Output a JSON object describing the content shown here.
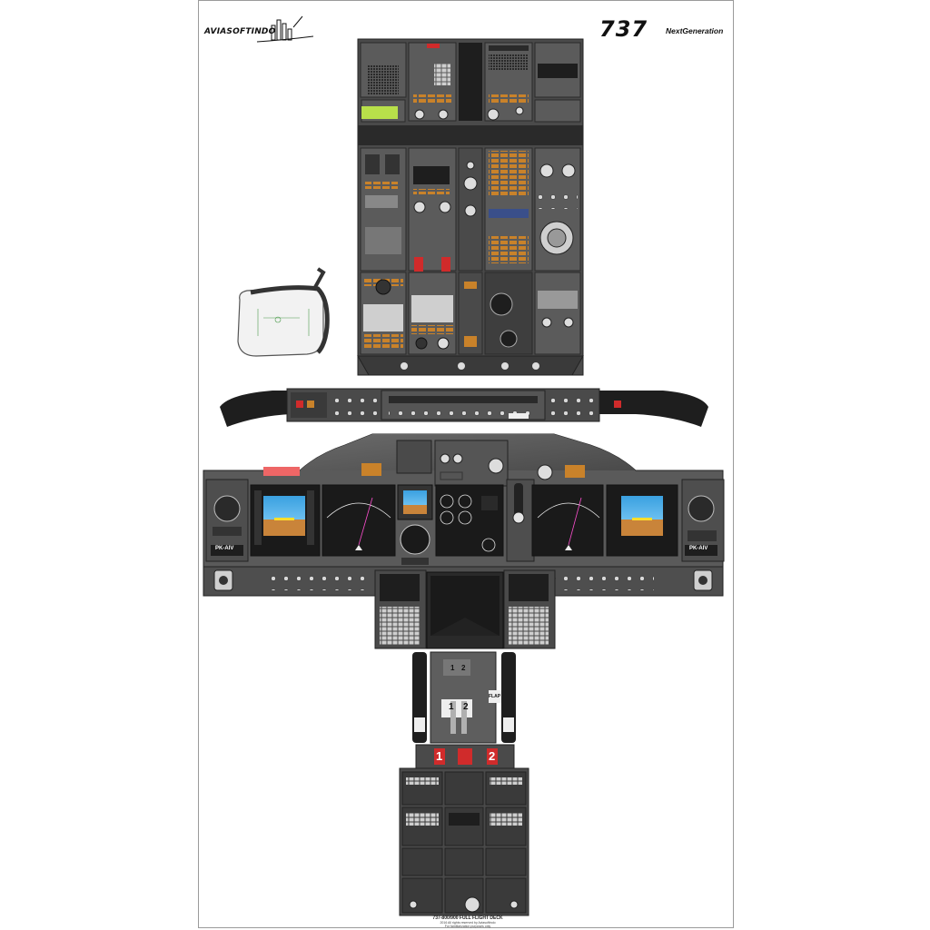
{
  "brand": {
    "logo_text": "AVIASOFTINDO",
    "model_number": "737",
    "model_name": "NextGeneration"
  },
  "registration": {
    "left": "PK-AIV",
    "right": "PK-AIV"
  },
  "footer": {
    "title": "737-800/900  FULL FLIGHT DECK",
    "subtitle_line1": "2016 All rights reserved by Aviasoftindo",
    "subtitle_line2": "For familiarization purposes only"
  },
  "throttle": {
    "engine_1": "1",
    "engine_2": "2",
    "flap_label": "FLAP"
  },
  "pedestal": {
    "fire_1": "1",
    "fire_2": "2"
  },
  "colors": {
    "panel_dark": "#3c3c3c",
    "panel_mid": "#5a5a5a",
    "panel_light": "#8a8a8a",
    "annunciator_amber": "#c9822a",
    "annunciator_green": "#b8e04a",
    "fire_red": "#d02b2b",
    "pfd_sky": "#3aa0e0",
    "pfd_ground": "#c9843a"
  }
}
